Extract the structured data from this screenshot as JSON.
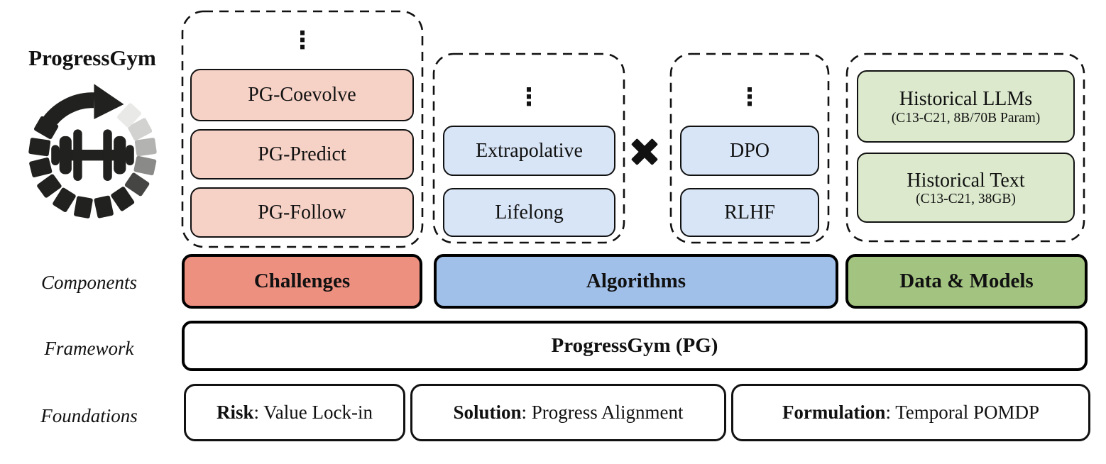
{
  "brand": {
    "title": "ProgressGym"
  },
  "colors": {
    "challenge_item_fill": "#f6d1c6",
    "challenges_fill": "#ee9080",
    "algorithm_item_fill": "#d8e5f6",
    "algorithms_fill": "#a0c0ea",
    "data_item_fill": "#dce9cd",
    "data_models_fill": "#a3c481",
    "outline": "#111111"
  },
  "groups": {
    "challenges": {
      "ellipsis": "⋮",
      "items": [
        "PG-Coevolve",
        "PG-Predict",
        "PG-Follow"
      ]
    },
    "algorithm_families": {
      "ellipsis": "⋮",
      "items": [
        "Extrapolative",
        "Lifelong"
      ]
    },
    "cross_symbol": "✖",
    "algorithm_methods": {
      "ellipsis": "⋮",
      "items": [
        "DPO",
        "RLHF"
      ]
    },
    "data_models": {
      "items": [
        {
          "title": "Historical LLMs",
          "subtitle": "(C13-C21, 8B/70B Param)"
        },
        {
          "title": "Historical Text",
          "subtitle": "(C13-C21, 38GB)"
        }
      ]
    }
  },
  "rows": {
    "components": {
      "label": "Components",
      "items": [
        "Challenges",
        "Algorithms",
        "Data & Models"
      ]
    },
    "framework": {
      "label": "Framework",
      "box": "ProgressGym (PG)"
    },
    "foundations": {
      "label": "Foundations",
      "items": [
        {
          "term": "Risk",
          "desc": ": Value Lock-in"
        },
        {
          "term": "Solution",
          "desc": ": Progress Alignment"
        },
        {
          "term": "Formulation",
          "desc": ": Temporal POMDP"
        }
      ]
    }
  }
}
